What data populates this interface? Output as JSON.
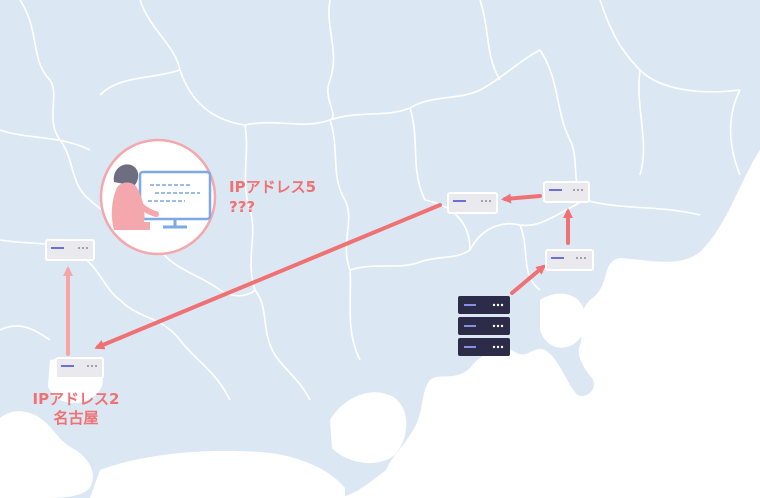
{
  "colors": {
    "land": "#dbe8f4",
    "borders": "#ffffff",
    "sea": "#ffffff",
    "accent": "#f07173",
    "device_fill": "#e9e9ee",
    "device_stripe": "#6b6fd6",
    "server_dark": "#2c2c48",
    "person": "#f4a7ad",
    "person_hair": "#6e6e80",
    "monitor": "#7ea8e6"
  },
  "labels": {
    "nagoya_ip": "IPアドレス2",
    "nagoya_city": "名古屋",
    "hidden_ip": "IPアドレス5",
    "hidden_unknown": "???"
  },
  "icons": {
    "server_stack": "server-rack-icon",
    "person_at_computer": "person-computer-icon",
    "router": "network-device-icon"
  }
}
